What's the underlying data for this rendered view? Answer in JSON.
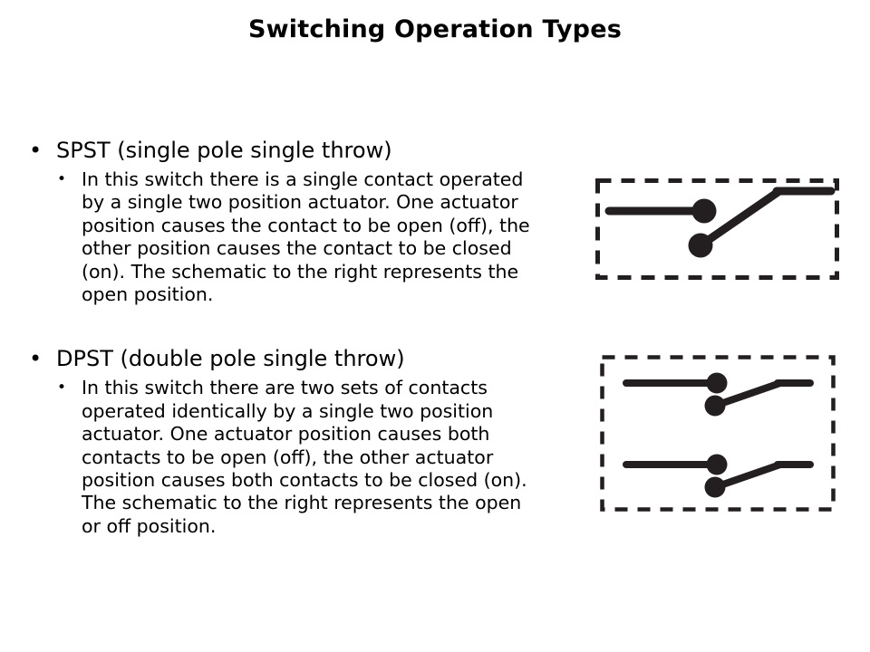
{
  "slide": {
    "title": "Switching Operation Types",
    "background_color": "#ffffff",
    "text_color": "#000000"
  },
  "bullets": {
    "level1_marker": "•",
    "level2_marker": "•"
  },
  "topics": [
    {
      "id": "spst",
      "heading": "SPST (single pole single throw)",
      "detail": "In this switch there is a single contact operated by a single two position actuator. One actuator position causes the contact to be open (off), the other position causes the contact to be closed (on). The schematic to the right represents the open position.",
      "schematic": {
        "name": "spst-switch-schematic",
        "description": "Single pole single throw switch shown in the open position",
        "poles": 1,
        "state": "open",
        "border_style": "dashed",
        "stroke_color": "#231f20"
      }
    },
    {
      "id": "dpst",
      "heading": "DPST (double pole single throw)",
      "detail": "In this switch there are two sets of contacts operated identically by a single two position actuator. One actuator position causes both contacts to be open (off), the other actuator position causes both contacts to be closed (on). The schematic to the right represents the open or off position.",
      "schematic": {
        "name": "dpst-switch-schematic",
        "description": "Double pole single throw switch shown in the open or off position",
        "poles": 2,
        "state": "open",
        "border_style": "dashed",
        "stroke_color": "#231f20"
      }
    }
  ]
}
